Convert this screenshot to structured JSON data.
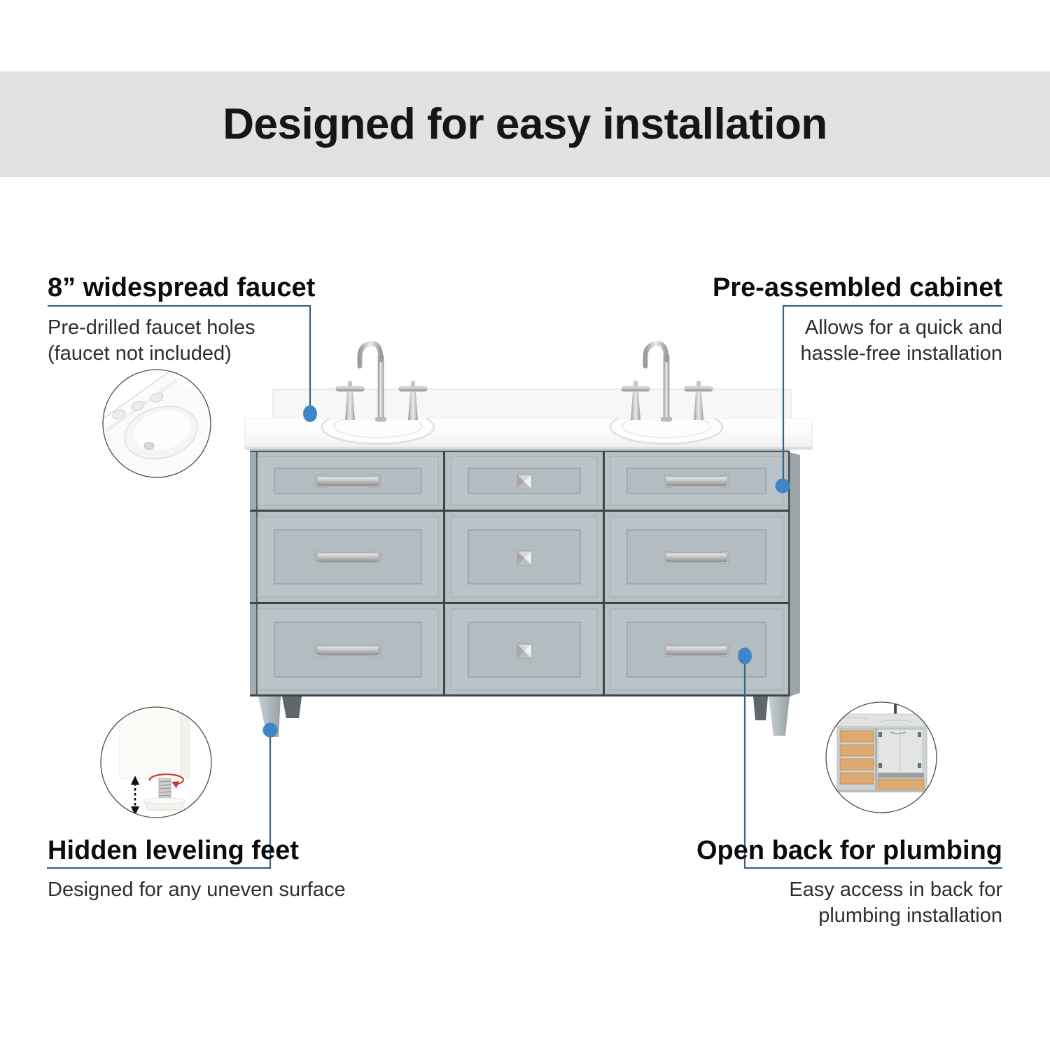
{
  "title": {
    "text": "Designed for easy installation"
  },
  "callouts": {
    "faucet": {
      "heading": "8” widespread faucet",
      "body": [
        "Pre-drilled faucet holes",
        "(faucet not included)"
      ]
    },
    "cabinet": {
      "heading": "Pre-assembled cabinet",
      "body": [
        "Allows for  a quick and",
        "hassle-free installation"
      ]
    },
    "feet": {
      "heading": "Hidden leveling feet",
      "body": [
        "Designed for any uneven surface"
      ]
    },
    "plumbing": {
      "heading": "Open back for plumbing",
      "body": [
        "Easy access in back for",
        "plumbing installation"
      ]
    }
  },
  "colors": {
    "title_band": "#e2e2e2",
    "connector_line": "#3c6286",
    "marker_dot": "#3e86c8",
    "cabinet_gray": "#b7c1c5",
    "counter_white": "#fbfbfb",
    "hardware_nickel": "#c6c6c6",
    "wood_tan": "#dcaa6e",
    "rotate_arrow_red": "#c9392f"
  },
  "icons": {
    "inset_1": "sink-faucet-holes-icon",
    "inset_2": "leveling-foot-icon",
    "inset_3": "open-back-cabinet-icon",
    "arrow_1": "up-down-arrow-icon",
    "arrow_2": "rotate-arrow-icon"
  }
}
